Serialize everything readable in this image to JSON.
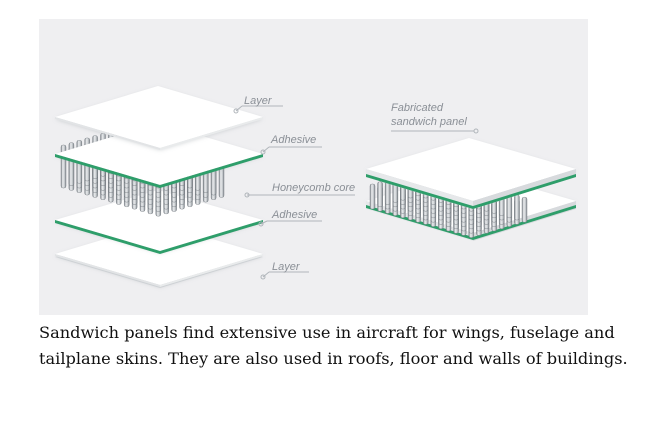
{
  "diagram": {
    "labels": {
      "top_layer": "Layer",
      "top_adhesive": "Adhesive",
      "honeycomb_core": "Honeycomb core",
      "bottom_adhesive": "Adhesive",
      "bottom_layer": "Layer",
      "fabricated_line1": "Fabricated",
      "fabricated_line2": "sandwich panel"
    },
    "colors": {
      "background": "#efeff1",
      "sheet": "#ffffff",
      "adhesive": "#2e9e6a",
      "cell_light": "#e4e6e8",
      "cell_dark": "#8e949a",
      "label_text": "#8a8f96",
      "leader_line": "#b0b5ba"
    }
  },
  "caption": "Sandwich panels find extensive use in aircraft for wings, fuselage and tailplane skins. They are also used in roofs, floor and walls of buildings."
}
